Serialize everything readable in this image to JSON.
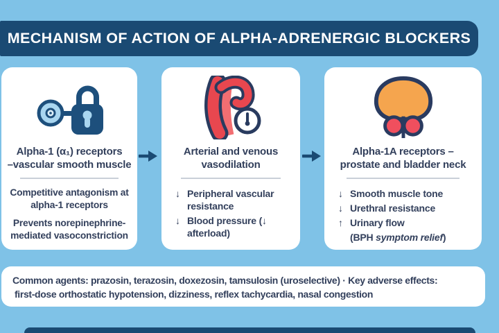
{
  "page": {
    "background_color": "#7fc2e7",
    "accent_navy": "#1a4a73",
    "text_color": "#33405c"
  },
  "header": {
    "title": "MECHANISM OF ACTION OF ALPHA-ADRENERGIC BLOCKERS"
  },
  "flow": {
    "arrow_icon": "right-arrow"
  },
  "cards": [
    {
      "icon": "receptor-key-lock-icon",
      "title_line1": "Alpha-1 (α₁) receptors",
      "title_line2": "–vascular smooth muscle",
      "points": [
        "Competitive antagonism at alpha-1 receptors",
        "Prevents norepinephrine-mediated vasoconstriction"
      ]
    },
    {
      "icon": "artery-pressure-gauge-icon",
      "title_line1": "Arterial and venous",
      "title_line2": "vasodilation",
      "points": [
        {
          "glyph": "↓",
          "text": "Peripheral vascular resistance"
        },
        {
          "glyph": "↓",
          "text": "Blood pressure (↓ afterload)"
        }
      ]
    },
    {
      "icon": "prostate-bladder-icon",
      "title_line1": "Alpha-1A receptors –",
      "title_line2": "prostate and bladder neck",
      "points": [
        {
          "glyph": "↓",
          "text": "Smooth muscle tone"
        },
        {
          "glyph": "↓",
          "text": "Urethral resistance"
        },
        {
          "glyph": "↑",
          "text": "Urinary flow",
          "note_prefix": "(BPH ",
          "note_italic": "symptom relief",
          "note_suffix": ")"
        }
      ]
    }
  ],
  "footer_note": {
    "line1": "Common agents: prazosin, terazosin, doxezosin, tamsulosin (uroselective) · Key adverse effects:",
    "line2": "first-dose orthostatic hypotension, dizziness, reflex tachycardia, nasal congestion"
  }
}
